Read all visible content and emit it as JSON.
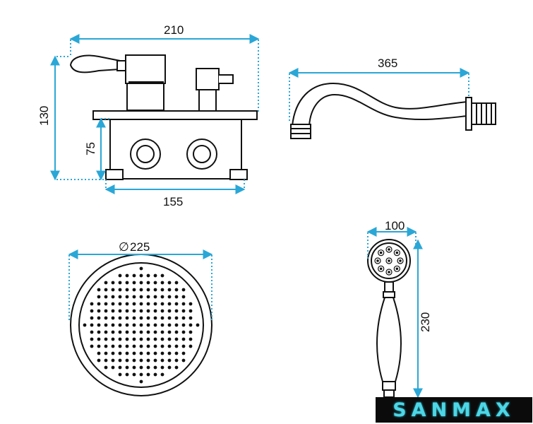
{
  "dimensions": {
    "mixer_width": "210",
    "mixer_height": "130",
    "mixer_body_height": "75",
    "mixer_body_width": "155",
    "spout_length": "365",
    "head_diameter": "225",
    "head_diameter_symbol": "∅",
    "hand_shower_width": "100",
    "hand_shower_length": "230"
  },
  "brand": {
    "name": "SANMAX"
  },
  "colors": {
    "dimension_line": "#2aa7d6",
    "outline": "#111111",
    "brand_text": "#4dd6e6"
  }
}
